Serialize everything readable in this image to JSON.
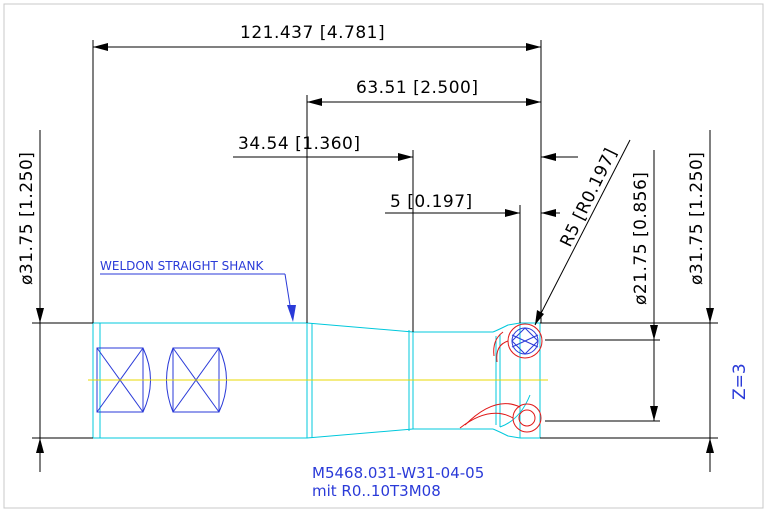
{
  "dimensions": {
    "overall_length": "121.437 [4.781]",
    "shank_to_tip": "63.51 [2.500]",
    "neck_length": "34.54 [1.360]",
    "tip_offset": "5 [0.197]",
    "corner_radius": "R5 [R0.197]",
    "neck_diameter": "ø21.75 [0.856]",
    "shank_diameter_left": "ø31.75 [1.250]",
    "shank_diameter_right": "ø31.75 [1.250]"
  },
  "labels": {
    "shank_type": "WELDON STRAIGHT SHANK",
    "teeth_count": "Z=3",
    "part_number": "M5468.031-W31-04-05",
    "insert": "mit R0..10T3M08"
  },
  "colors": {
    "outline": "#00c8dc",
    "annotation": "#2a3ad8",
    "dimension": "#000000",
    "insert": "#e01818",
    "centerline": "#e8d800"
  }
}
